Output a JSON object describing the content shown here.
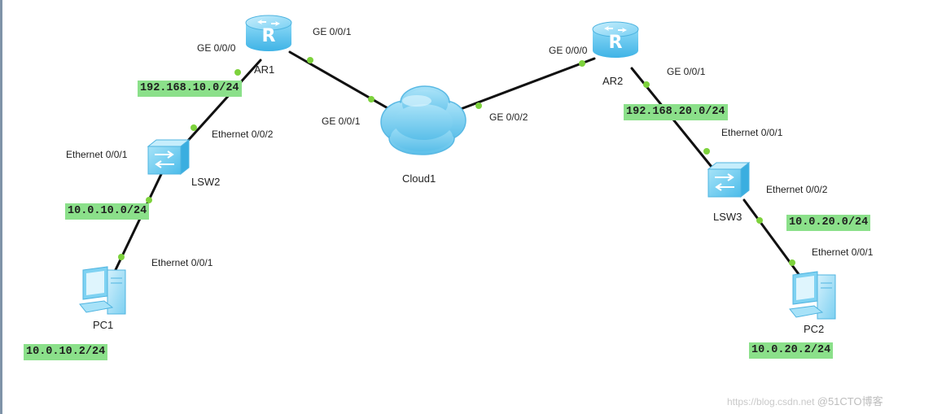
{
  "colors": {
    "link": "#111111",
    "port_dot": "#7dd23c",
    "subnet_bg": "#8be08a",
    "device_blue": "#5cc4ef",
    "cloud_blue": "#72cbf2"
  },
  "devices": {
    "ar1": "AR1",
    "ar2": "AR2",
    "cloud1": "Cloud1",
    "lsw2": "LSW2",
    "lsw3": "LSW3",
    "pc1": "PC1",
    "pc2": "PC2"
  },
  "ports": {
    "ar1_ge000": "GE 0/0/0",
    "ar1_ge001": "GE 0/0/1",
    "cloud_ge001": "GE 0/0/1",
    "cloud_ge002": "GE 0/0/2",
    "ar2_ge000": "GE 0/0/0",
    "ar2_ge001": "GE 0/0/1",
    "lsw2_eth001": "Ethernet 0/0/1",
    "lsw2_eth002": "Ethernet 0/0/2",
    "pc1_eth001": "Ethernet 0/0/1",
    "lsw3_eth001": "Ethernet 0/0/1",
    "lsw3_eth002": "Ethernet 0/0/2",
    "pc2_eth001": "Ethernet 0/0/1"
  },
  "subnets": {
    "net_192_168_10": "192.168.10.0/24",
    "net_10_0_10": "10.0.10.0/24",
    "pc1_ip": "10.0.10.2/24",
    "net_192_168_20": "192.168.20.0/24",
    "net_10_0_20": "10.0.20.0/24",
    "pc2_ip": "10.0.20.2/24"
  },
  "watermark": {
    "url": "https://blog.csdn.net",
    "brand": "@51CTO博客"
  }
}
